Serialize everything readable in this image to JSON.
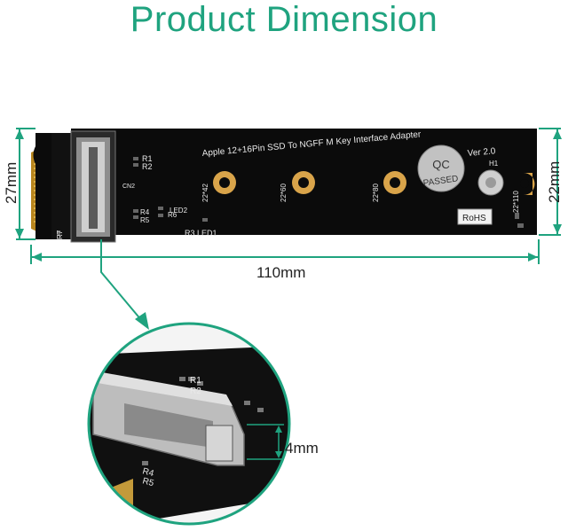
{
  "title": "Product Dimension",
  "dimensions": {
    "height": "27mm",
    "width": "110mm",
    "right_height": "22mm",
    "connector_height": "4mm"
  },
  "board": {
    "header": "Apple 12+16Pin SSD To NGFF M Key Interface Adapter",
    "version": "Ver 2.0",
    "qc_top": "QC",
    "qc_bottom": "PASSED",
    "rohs": "RoHS",
    "h1": "H1",
    "cn2": "CN2",
    "r1": "R1",
    "r2": "R2",
    "r3_led1": "R3 LED1",
    "r4": "R4",
    "r5": "R5",
    "r6": "R6",
    "r7": "R7",
    "led2": "LED2",
    "hole_labels": [
      "22*42",
      "22*60",
      "22*80",
      "22*110"
    ]
  },
  "colors": {
    "accent": "#1fa37f",
    "pcb": "#0b0b0b",
    "gold": "#d9a44a"
  }
}
